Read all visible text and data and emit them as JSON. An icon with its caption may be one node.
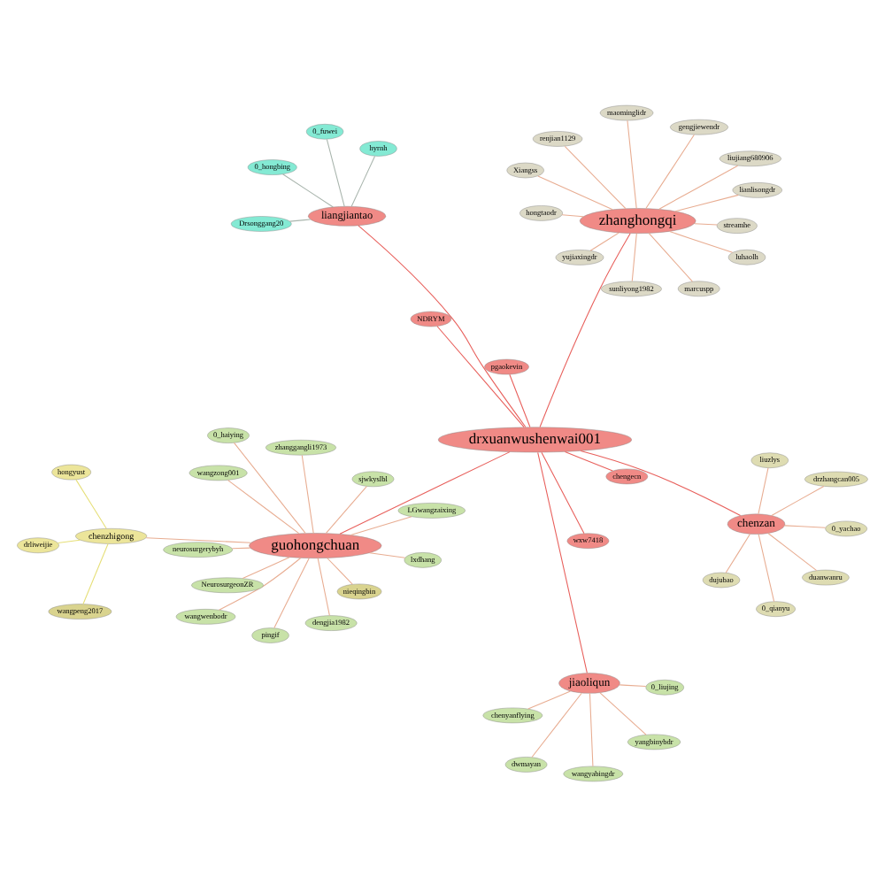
{
  "diagram": {
    "nodes": [
      {
        "text": [
          "drzhangcan005"
        ]
      },
      {
        "text": [
          "0_qianyu"
        ]
      },
      {
        "text": [
          "yangbinybdr"
        ]
      },
      {
        "text": [
          "dwmayan"
        ]
      },
      {
        "text": [
          "liuzlys"
        ]
      },
      {
        "text": [
          "wangyabingdr"
        ]
      },
      {
        "text": [
          "0_yachao"
        ]
      },
      {
        "text": [
          "chenyanflying"
        ]
      },
      {
        "text": [
          "dujubao"
        ]
      },
      {
        "text": [
          "duanwanru"
        ]
      },
      {
        "text": [
          "chenzan"
        ]
      },
      {
        "text": [
          "pgaokevin"
        ]
      },
      {
        "text": [
          "0_liujing"
        ]
      },
      {
        "text": [
          "jiaoliqun"
        ]
      },
      {
        "text": [
          "wxw7418"
        ]
      },
      {
        "text": [
          "drxuanwushenwai001"
        ]
      },
      {
        "text": [
          "0_fuwei"
        ]
      },
      {
        "text": [
          "Drsonggang20"
        ]
      },
      {
        "text": [
          "maominglidr"
        ]
      },
      {
        "text": [
          "liangjiantao"
        ]
      },
      {
        "text": [
          "hongtaodr"
        ]
      },
      {
        "text": [
          "Xiangss"
        ]
      },
      {
        "text": [
          "NDRYM"
        ]
      },
      {
        "text": [
          "0_hongbing"
        ]
      },
      {
        "text": [
          "hyrnh"
        ]
      },
      {
        "text": [
          "liujiang680906"
        ]
      },
      {
        "text": [
          "yujiaxingdr"
        ]
      },
      {
        "text": [
          "neurosurgerybyh"
        ]
      },
      {
        "text": [
          "zhanghongqi"
        ]
      },
      {
        "text": [
          "lianlisongdr"
        ]
      },
      {
        "text": [
          "chengecn"
        ]
      },
      {
        "text": [
          "hongyust"
        ]
      },
      {
        "text": [
          "drliweijie"
        ]
      },
      {
        "text": [
          "pingif"
        ]
      },
      {
        "text": [
          "sunliyong1982"
        ]
      },
      {
        "text": [
          "luhaolh"
        ]
      },
      {
        "text": [
          "wangpeng2017"
        ]
      },
      {
        "text": [
          "wangzong001"
        ]
      },
      {
        "text": [
          "streamhe"
        ]
      },
      {
        "text": [
          "chenzhigong"
        ]
      },
      {
        "text": [
          "nieqingbin"
        ]
      },
      {
        "text": [
          "wangwenbodr"
        ]
      },
      {
        "text": [
          "gengjiewendr"
        ]
      },
      {
        "text": [
          "marcuspp"
        ]
      },
      {
        "text": [
          "lxdhang"
        ]
      },
      {
        "text": [
          "guohongchuan"
        ]
      },
      {
        "text": [
          "renjian1129"
        ]
      },
      {
        "text": [
          "sjwkyslbl"
        ]
      },
      {
        "text": [
          "zhanggangli1973"
        ]
      },
      {
        "text": [
          "LGwangzaixing"
        ]
      },
      {
        "text": [
          "NeurosurgeonZR"
        ]
      },
      {
        "text": [
          "0_haiying"
        ]
      },
      {
        "text": [
          "dengjia1982"
        ]
      }
    ],
    "edges": [
      {
        "from": 15,
        "to": 13,
        "arrow": "none",
        "color": "#e8605c"
      },
      {
        "from": 15,
        "to": 11,
        "arrow": "none",
        "color": "#e8605c"
      },
      {
        "from": 15,
        "to": 10,
        "arrow": "none",
        "color": "#e8605c"
      },
      {
        "from": 15,
        "to": 14,
        "arrow": "none",
        "color": "#e8605c"
      },
      {
        "from": 15,
        "to": 19,
        "arrow": "none",
        "color": "#e8605c"
      },
      {
        "from": 15,
        "to": 22,
        "arrow": "none",
        "color": "#e8605c"
      },
      {
        "from": 15,
        "to": 30,
        "arrow": "none",
        "color": "#e8605c"
      },
      {
        "from": 15,
        "to": 45,
        "arrow": "none",
        "color": "#e8605c"
      },
      {
        "from": 15,
        "to": 28,
        "arrow": "none",
        "color": "#e8605c"
      },
      {
        "from": 13,
        "to": 2,
        "arrow": "none"
      },
      {
        "from": 13,
        "to": 3,
        "arrow": "none"
      },
      {
        "from": 13,
        "to": 5,
        "arrow": "none"
      },
      {
        "from": 13,
        "to": 7,
        "arrow": "none"
      },
      {
        "from": 13,
        "to": 12,
        "arrow": "none"
      },
      {
        "from": 10,
        "to": 6,
        "arrow": "none"
      },
      {
        "from": 10,
        "to": 0,
        "arrow": "none"
      },
      {
        "from": 10,
        "to": 1,
        "arrow": "none"
      },
      {
        "from": 10,
        "to": 4,
        "arrow": "none"
      },
      {
        "from": 10,
        "to": 8,
        "arrow": "none"
      },
      {
        "from": 10,
        "to": 9,
        "arrow": "none"
      },
      {
        "from": 19,
        "to": 16,
        "arrow": "none",
        "color": "#a9b5ad"
      },
      {
        "from": 19,
        "to": 17,
        "arrow": "none",
        "color": "#a9b5ad"
      },
      {
        "from": 19,
        "to": 23,
        "arrow": "none",
        "color": "#a9b5ad"
      },
      {
        "from": 19,
        "to": 24,
        "arrow": "none",
        "color": "#a9b5ad"
      },
      {
        "from": 28,
        "to": 18,
        "arrow": "none"
      },
      {
        "from": 28,
        "to": 21,
        "arrow": "none"
      },
      {
        "from": 28,
        "to": 20,
        "arrow": "none"
      },
      {
        "from": 28,
        "to": 26,
        "arrow": "none"
      },
      {
        "from": 28,
        "to": 25,
        "arrow": "none"
      },
      {
        "from": 28,
        "to": 29,
        "arrow": "none"
      },
      {
        "from": 28,
        "to": 34,
        "arrow": "none"
      },
      {
        "from": 28,
        "to": 42,
        "arrow": "none"
      },
      {
        "from": 28,
        "to": 46,
        "arrow": "none"
      },
      {
        "from": 28,
        "to": 38,
        "arrow": "none"
      },
      {
        "from": 28,
        "to": 43,
        "arrow": "none"
      },
      {
        "from": 28,
        "to": 35,
        "arrow": "none"
      },
      {
        "from": 45,
        "to": 27,
        "arrow": "none"
      },
      {
        "from": 45,
        "to": 33,
        "arrow": "none"
      },
      {
        "from": 45,
        "to": 37,
        "arrow": "none"
      },
      {
        "from": 45,
        "to": 41,
        "arrow": "none"
      },
      {
        "from": 45,
        "to": 44,
        "arrow": "none"
      },
      {
        "from": 45,
        "to": 47,
        "arrow": "none"
      },
      {
        "from": 45,
        "to": 50,
        "arrow": "none"
      },
      {
        "from": 45,
        "to": 51,
        "arrow": "none"
      },
      {
        "from": 45,
        "to": 49,
        "arrow": "none"
      },
      {
        "from": 45,
        "to": 52,
        "arrow": "none"
      },
      {
        "from": 45,
        "to": 48,
        "arrow": "none"
      },
      {
        "from": 45,
        "to": 40,
        "arrow": "none"
      },
      {
        "from": 45,
        "to": 39,
        "arrow": "none"
      },
      {
        "from": 39,
        "to": 31,
        "arrow": "none",
        "color": "#e6df78"
      },
      {
        "from": 39,
        "to": 32,
        "arrow": "none",
        "color": "#e6df78"
      },
      {
        "from": 39,
        "to": 36,
        "arrow": "none",
        "color": "#e6df78"
      }
    ]
  }
}
